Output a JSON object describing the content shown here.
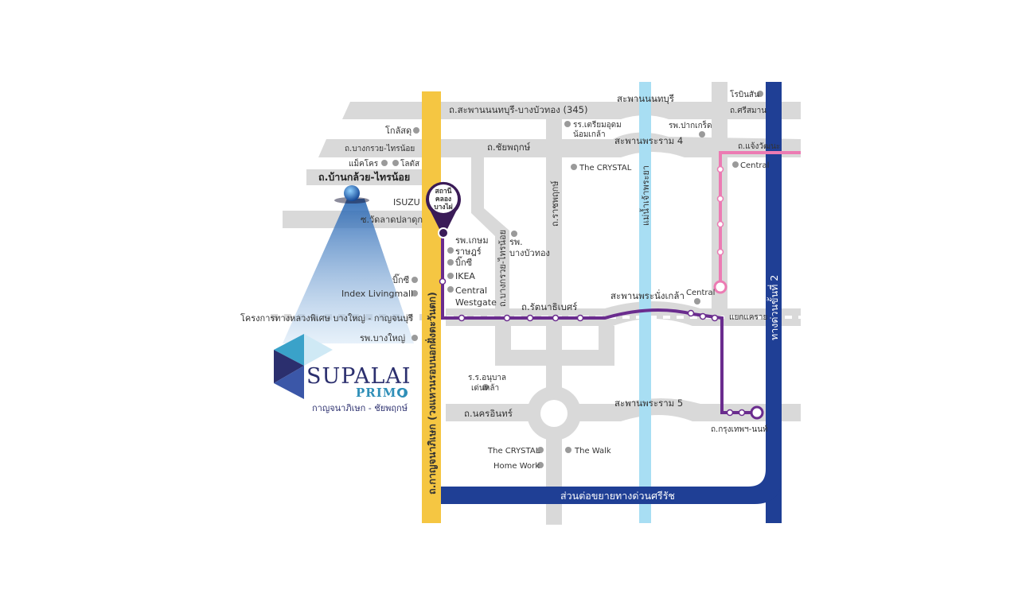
{
  "colors": {
    "road": "#d9d9d9",
    "kanchana_highway": "#f5c642",
    "expressway": "#1f3f95",
    "river": "#a8def3",
    "purple_line": "#6a2c8e",
    "pink_line": "#ec7bb3",
    "brand_navy": "#2b2f6e",
    "brand_blue": "#2f8fb8"
  },
  "roads": {
    "top_highway": "ถ.สะพานนนทบุรี-บางบัวทอง (345)",
    "nonthaburi_bridge": "สะพานนนทบุรี",
    "bang_kruai_sai_noi": "ถ.บางกรวย-ไทรน้อย",
    "chaiyaphruek": "ถ.ชัยพฤกษ์",
    "rama4_bridge": "สะพานพระราม 4",
    "ban_kluai_sai_noi": "ถ.บ้านกล้วย-ไทรน้อย",
    "wat_lat_pla_duk": "ซ.วัดลาดปลาดุก",
    "kanchanaphisek": "ถ.กาญจนาภิเษก (วงแหวนรอบนอกฝั่งตะวันตก)",
    "bang_kruai_sai_noi_vertical": "ถ.บางกรวย-ไทรน้อย",
    "ratchaphruek": "ถ.ราชพฤกษ์",
    "river": "แม่น้ำเจ้าพระยา",
    "expressway2": "ทางด่วนขั้นที่ 2",
    "rattanathibet": "ถ.รัตนาธิเบศร์",
    "phra_nang_klao_bridge": "สะพานพระนั่งเกล้า",
    "motorway_project": "โครงการทางหลวงพิเศษ บางใหญ่ - กาญจนบุรี",
    "nakhon_in": "ถ.นครอินทร์",
    "rama5_bridge": "สะพานพระราม 5",
    "krungthep_nonthaburi": "ถ.กรุงเทพฯ-นนท์",
    "si_rat_extension": "ส่วนต่อขยายทางด่วนศรีรัช",
    "chaeng_watthana": "ถ.แจ้งวัฒนะ",
    "khae_rai": "แยกแคราย"
  },
  "places": {
    "rongsin": "โรบินสัน",
    "sriman": "ถ.ศรีสมาน",
    "homepro": "โกลัสดุ",
    "triam_udom": "รร.เตรียมอุดม",
    "triam_udom_2": "น้อมเกล้า",
    "pak_kret_hosp": "รพ.ปากเกร็ด",
    "makro": "แม็คโคร",
    "lotus": "โลตัส",
    "the_crystal_top": "The CRYSTAL",
    "central_top": "Central",
    "isuzu": "ISUZU",
    "kasem_1": "รพ.เกษม",
    "kasem_2": "ราษฎร์",
    "bigc_right": "บิ๊กซี",
    "ikea": "IKEA",
    "central_westgate_1": "Central",
    "central_westgate_2": "Westgate",
    "bangbuathong_hosp_1": "รพ.",
    "bangbuathong_hosp_2": "บางบัวทอง",
    "bigc_left": "บิ๊กซี",
    "index": "Index Livingmall",
    "central_mid": "Central",
    "bang_yai_hosp": "รพ.บางใหญ่",
    "anuban_1": "ร.ร.อนุบาล",
    "anuban_2": "เด่นหล้า",
    "crystal_bottom": "The CRYSTAL",
    "the_walk": "The Walk",
    "home_work": "Home Work"
  },
  "station": {
    "line1": "สถานี",
    "line2": "คลอง",
    "line3": "บางไผ่"
  },
  "logo": {
    "brand": "SUPALAI",
    "sub": "PRIMO",
    "tagline": "กาญจนาภิเษก - ชัยพฤกษ์"
  },
  "icons": {
    "project_marker": "location-beacon-icon",
    "station_marker": "map-pin-icon",
    "logo_mark": "supalai-diamond-logo-icon"
  }
}
